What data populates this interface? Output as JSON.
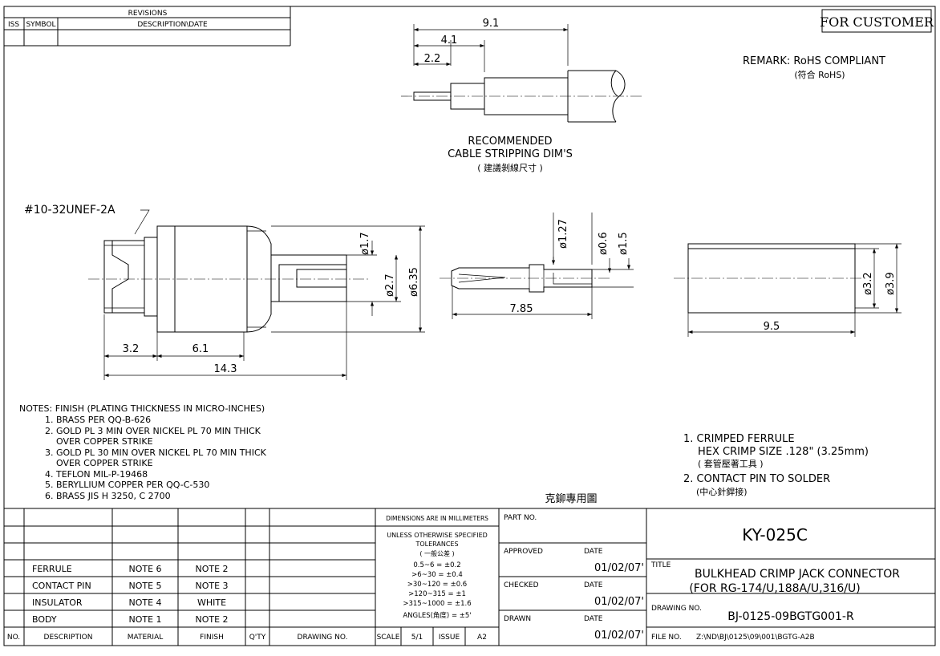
{
  "revisions": {
    "title": "REVISIONS",
    "col_iss": "ISS",
    "col_symbol": "SYMBOL",
    "col_desc": "DESCRIPTION\\DATE"
  },
  "for_customer": "FOR CUSTOMER",
  "remark": {
    "line1": "REMARK: RoHS COMPLIANT",
    "line2": "(符合 RoHS)"
  },
  "stripping": {
    "dim_total": "9.1",
    "dim_mid": "4.1",
    "dim_small": "2.2",
    "caption1": "RECOMMENDED",
    "caption2": "CABLE STRIPPING DIM'S",
    "caption3": "( 建議剝線尺寸 )"
  },
  "connector": {
    "thread": "#10-32UNEF-2A",
    "d_bore": "ø1.7",
    "d_inner": "ø2.7",
    "d_outer": "ø6.35",
    "len_a": "3.2",
    "len_b": "6.1",
    "len_total": "14.3"
  },
  "pin": {
    "d_a": "ø1.27",
    "d_b": "ø0.6",
    "d_c": "ø1.5",
    "length": "7.85"
  },
  "ferrule": {
    "d_inner": "ø3.2",
    "d_outer": "ø3.9",
    "length": "9.5"
  },
  "notes": {
    "heading": "NOTES: FINISH (PLATING THICKNESS IN MICRO-INCHES)",
    "lines": [
      "1. BRASS PER QQ-B-626",
      "2. GOLD PL 3 MIN OVER NICKEL PL 70 MIN THICK",
      "OVER COPPER STRIKE",
      "3. GOLD PL 30 MIN OVER NICKEL PL 70 MIN THICK",
      "OVER COPPER STRIKE",
      "4. TEFLON MIL-P-19468",
      "5. BERYLLIUM COPPER PER QQ-C-530",
      "6. BRASS JIS H 3250, C 2700"
    ]
  },
  "assembly_notes": {
    "n1": "1. CRIMPED FERRULE",
    "n1a": "HEX CRIMP SIZE .128\" (3.25mm)",
    "n1b": "( 套管壓著工具 )",
    "n2": "2. CONTACT PIN TO SOLDER",
    "n2a": "(中心針銲接)"
  },
  "tool_label": "克鉚專用圖",
  "bom": {
    "headers": [
      "NO.",
      "DESCRIPTION",
      "MATERIAL",
      "FINISH",
      "Q'TY",
      "DRAWING NO."
    ],
    "rows": [
      {
        "desc": "FERRULE",
        "material": "NOTE 6",
        "finish": "NOTE 2"
      },
      {
        "desc": "CONTACT PIN",
        "material": "NOTE 5",
        "finish": "NOTE 3"
      },
      {
        "desc": "INSULATOR",
        "material": "NOTE 4",
        "finish": "WHITE"
      },
      {
        "desc": "BODY",
        "material": "NOTE 1",
        "finish": "NOTE 2"
      }
    ]
  },
  "tolerances": {
    "l1": "DIMENSIONS ARE IN MILLIMETERS",
    "l2": "UNLESS OTHERWISE SPECIFIED",
    "l3": "TOLERANCES",
    "l4": "( 一般公差 )",
    "rows": [
      "0.5~6  =  ±0.2",
      ">6~30  =  ±0.4",
      ">30~120  =  ±0.6",
      ">120~315  =  ±1",
      ">315~1000  =  ±1.6"
    ],
    "angles": "ANGLES(角度)  =  ±5'",
    "scale_label": "SCALE",
    "scale_value": "5/1",
    "issue_label": "ISSUE",
    "issue_value": "A2"
  },
  "approvals": {
    "part_no_label": "PART NO.",
    "approved_label": "APPROVED",
    "checked_label": "CHECKED",
    "drawn_label": "DRAWN",
    "date_label": "DATE",
    "approved_date": "01/02/07'",
    "checked_date": "01/02/07'",
    "drawn_date": "01/02/07'"
  },
  "title_block": {
    "part_number": "KY-025C",
    "title_label": "TITLE",
    "title1": "BULKHEAD CRIMP JACK CONNECTOR",
    "title2": "(FOR RG-174/U,188A/U,316/U)",
    "drawing_no_label": "DRAWING NO.",
    "drawing_no": "BJ-0125-09BGTG001-R",
    "file_no_label": "FILE NO.",
    "file_no": "Z:\\ND\\BJ\\0125\\09\\001\\BGTG-A2B"
  }
}
